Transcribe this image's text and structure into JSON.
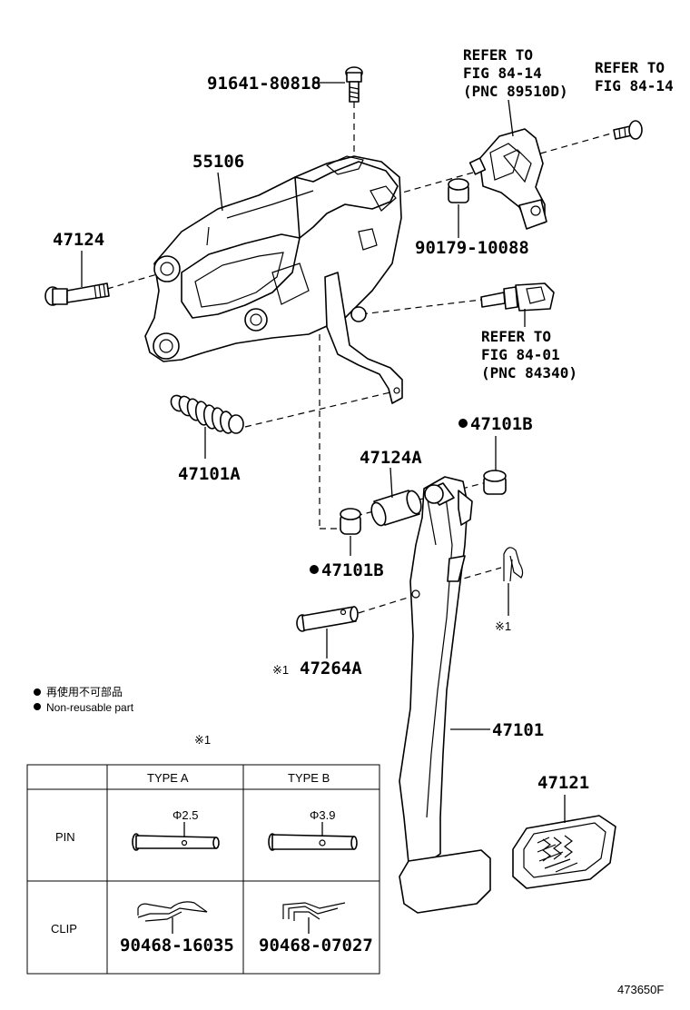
{
  "labels": {
    "bolt_top": "91641-80818",
    "bracket": "55106",
    "bolt_left": "47124",
    "spring": "47101A",
    "collar": "90179-10088",
    "ref1_l1": "REFER TO",
    "ref1_l2": "FIG 84-14",
    "ref1_l3": "(PNC 89510D)",
    "ref2_l1": "REFER TO",
    "ref2_l2": "FIG 84-14",
    "ref3_l1": "REFER TO",
    "ref3_l2": "FIG 84-01",
    "ref3_l3": "(PNC 84340)",
    "bushing_right": "47101B",
    "pipe": "47124A",
    "bushing_left": "47101B",
    "clip_mark": "※1",
    "pin_mark": "※1",
    "pin": "47264A",
    "pedal": "47101",
    "pad": "47121",
    "footer_code": "473650F"
  },
  "legend": {
    "jp": "再使用不可部品",
    "en": "Non-reusable part"
  },
  "table": {
    "mark": "※1",
    "col_a": "TYPE A",
    "col_b": "TYPE B",
    "row_pin": "PIN",
    "row_clip": "CLIP",
    "pin_a_dim": "Φ2.5",
    "pin_b_dim": "Φ3.9",
    "clip_a_part": "90468-16035",
    "clip_b_part": "90468-07027"
  }
}
